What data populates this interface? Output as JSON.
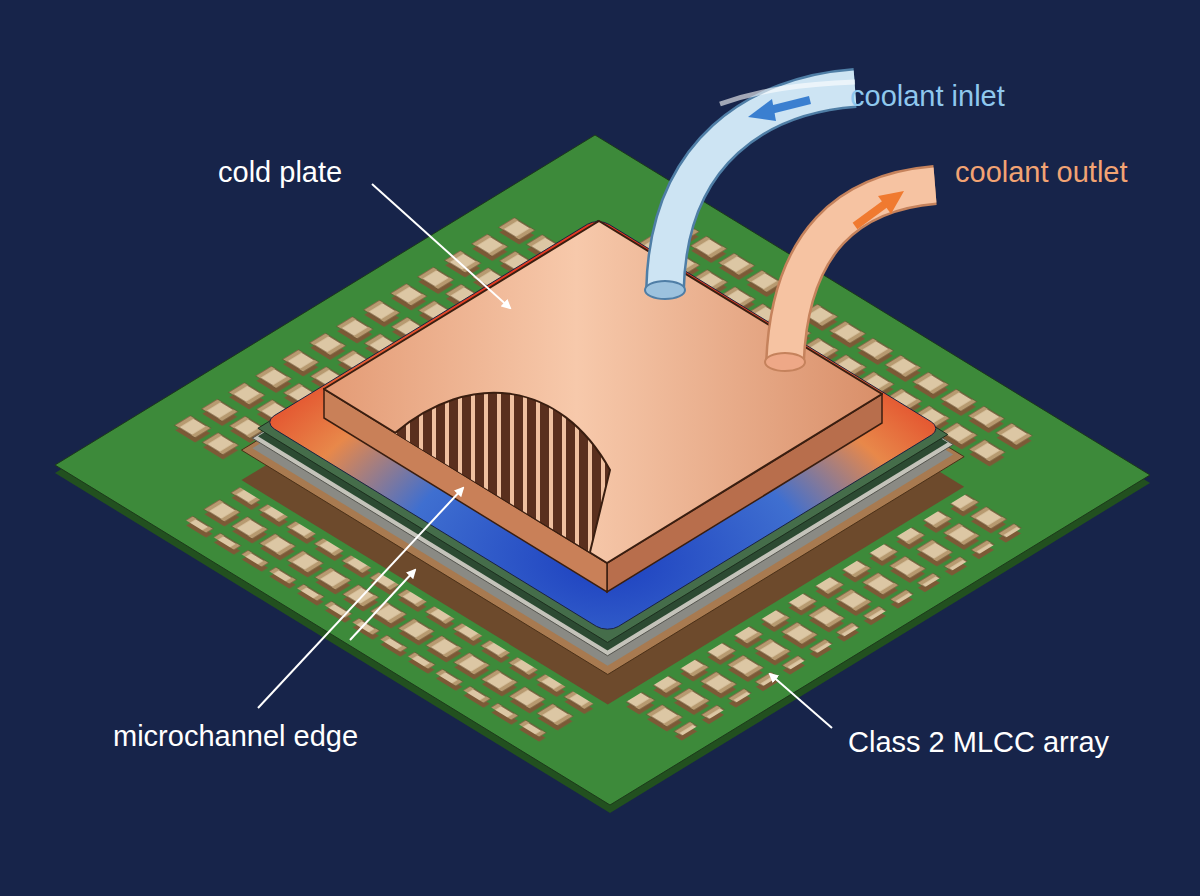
{
  "diagram": {
    "labels": [
      "cold plate",
      "coolant inlet",
      "coolant outlet",
      "microchannel edge",
      "Class 2 MLCC array"
    ]
  }
}
